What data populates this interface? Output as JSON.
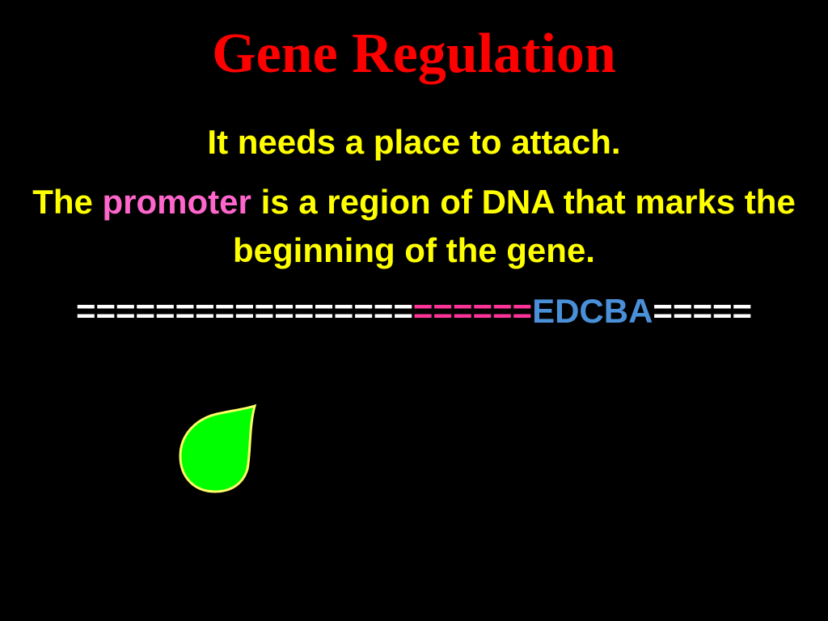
{
  "title": "Gene Regulation",
  "line1": "It needs a place to attach.",
  "line2": {
    "prefix": "The",
    "keyword": "promoter",
    "rest": "is a region of DNA that marks the beginning of the gene."
  },
  "dna_strand": {
    "white_left": "=================",
    "pink": "======",
    "gene_label": "EDCBA",
    "white_right": "====="
  },
  "colors": {
    "title": "#ff0000",
    "body_text": "#ffff00",
    "promoter_keyword": "#ff66cc",
    "strand_plain": "#ffffff",
    "promoter_region": "#ff3399",
    "gene_label": "#4a90d9",
    "protein_fill": "#00ff00",
    "protein_outline": "#ffff66"
  },
  "shapes": {
    "protein_drop": "green-drop-shape"
  }
}
